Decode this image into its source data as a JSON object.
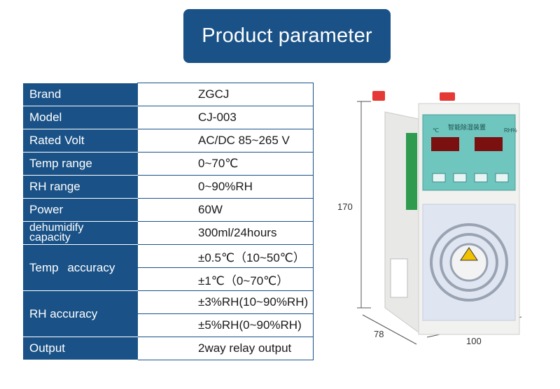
{
  "title": "Product parameter",
  "rows": [
    {
      "label": "Brand",
      "value": "ZGCJ"
    },
    {
      "label": "Model",
      "value": "CJ-003"
    },
    {
      "label": "Rated Volt",
      "value": "AC/DC 85~265 V"
    },
    {
      "label": "Temp range",
      "value": "0~70℃"
    },
    {
      "label": "RH range",
      "value": "0~90%RH"
    },
    {
      "label": "Power",
      "value": "60W"
    },
    {
      "label_line1": "dehumidify",
      "label_line2": "capacity",
      "value": "300ml/24hours"
    },
    {
      "label_a": "Temp",
      "label_b": "accuracy",
      "value_1": "±0.5℃（10~50℃）",
      "value_2": "±1℃（0~70℃）"
    },
    {
      "label": "RH accuracy",
      "value_1": "±3%RH(10~90%RH)",
      "value_2": "±5%RH(0~90%RH)"
    },
    {
      "label": "Output",
      "value": "2way relay output"
    }
  ],
  "dimensions": {
    "height": "170",
    "depth": "78",
    "width": "100"
  },
  "device_panel": {
    "title": "智能除湿装置",
    "temp_unit": "℃",
    "rh_unit": "RH%"
  },
  "colors": {
    "header": "#1a5287",
    "border": "#1a5287",
    "device_face": "#6fc6bf"
  }
}
